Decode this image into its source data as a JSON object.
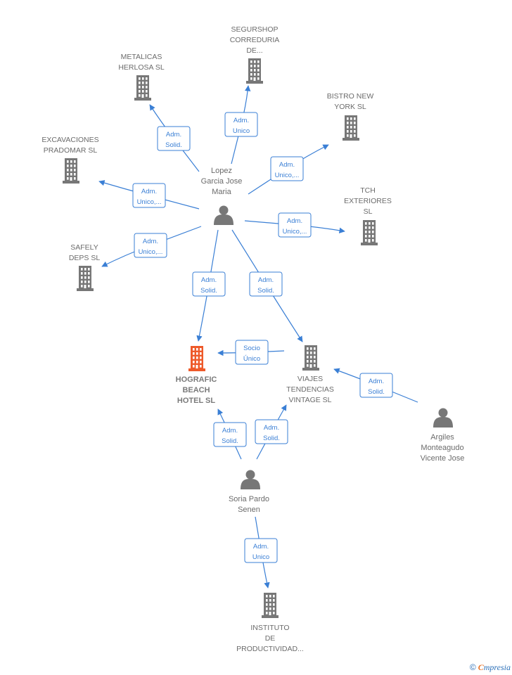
{
  "colors": {
    "edge": "#3a7fd5",
    "building": "#777777",
    "focus_building": "#ee5a2a",
    "person": "#777777"
  },
  "companies": [
    {
      "id": "segurshop",
      "lines": [
        "SEGURSHOP",
        "CORREDURIA",
        "DE..."
      ],
      "focus": false
    },
    {
      "id": "metalicas",
      "lines": [
        "METALICAS",
        "HERLOSA  SL"
      ],
      "focus": false
    },
    {
      "id": "bistro",
      "lines": [
        "BISTRO NEW",
        "YORK SL"
      ],
      "focus": false
    },
    {
      "id": "excavaciones",
      "lines": [
        "EXCAVACIONES",
        "PRADOMAR  SL"
      ],
      "focus": false
    },
    {
      "id": "tch",
      "lines": [
        "TCH",
        "EXTERIORES",
        "SL"
      ],
      "focus": false
    },
    {
      "id": "safely",
      "lines": [
        "SAFELY",
        "DEPS  SL"
      ],
      "focus": false
    },
    {
      "id": "hografic",
      "lines": [
        "HOGRAFIC",
        "BEACH",
        "HOTEL  SL"
      ],
      "focus": true
    },
    {
      "id": "viajes",
      "lines": [
        "VIAJES",
        "TENDENCIAS",
        "VINTAGE  SL"
      ],
      "focus": false
    },
    {
      "id": "instituto",
      "lines": [
        "INSTITUTO",
        "DE",
        "PRODUCTIVIDAD..."
      ],
      "focus": false
    }
  ],
  "persons": [
    {
      "id": "lopez",
      "lines": [
        "Lopez",
        "Garcia Jose",
        "Maria"
      ]
    },
    {
      "id": "argiles",
      "lines": [
        "Argiles",
        "Monteagudo",
        "Vicente Jose"
      ]
    },
    {
      "id": "soria",
      "lines": [
        "Soria Pardo",
        "Senen"
      ]
    }
  ],
  "edges": [
    {
      "id": "e1",
      "from": "lopez",
      "to": "metalicas",
      "label": [
        "Adm.",
        "Solid."
      ]
    },
    {
      "id": "e2",
      "from": "lopez",
      "to": "segurshop",
      "label": [
        "Adm.",
        "Unico"
      ]
    },
    {
      "id": "e3",
      "from": "lopez",
      "to": "bistro",
      "label": [
        "Adm.",
        "Unico,..."
      ]
    },
    {
      "id": "e4",
      "from": "lopez",
      "to": "excavaciones",
      "label": [
        "Adm.",
        "Unico,..."
      ]
    },
    {
      "id": "e5",
      "from": "lopez",
      "to": "tch",
      "label": [
        "Adm.",
        "Unico,..."
      ]
    },
    {
      "id": "e6",
      "from": "lopez",
      "to": "safely",
      "label": [
        "Adm.",
        "Unico,..."
      ]
    },
    {
      "id": "e7",
      "from": "lopez",
      "to": "hografic",
      "label": [
        "Adm.",
        "Solid."
      ]
    },
    {
      "id": "e8",
      "from": "lopez",
      "to": "viajes",
      "label": [
        "Adm.",
        "Solid."
      ]
    },
    {
      "id": "e9",
      "from": "viajes",
      "to": "hografic",
      "label": [
        "Socio",
        "Único"
      ]
    },
    {
      "id": "e10",
      "from": "argiles",
      "to": "viajes",
      "label": [
        "Adm.",
        "Solid."
      ]
    },
    {
      "id": "e11",
      "from": "soria",
      "to": "hografic",
      "label": [
        "Adm.",
        "Solid."
      ]
    },
    {
      "id": "e12",
      "from": "soria",
      "to": "viajes",
      "label": [
        "Adm.",
        "Solid."
      ]
    },
    {
      "id": "e13",
      "from": "soria",
      "to": "instituto",
      "label": [
        "Adm.",
        "Unico"
      ]
    }
  ],
  "footer": {
    "copyright": "©",
    "brand_first": "C",
    "brand_rest": "mpresia"
  }
}
